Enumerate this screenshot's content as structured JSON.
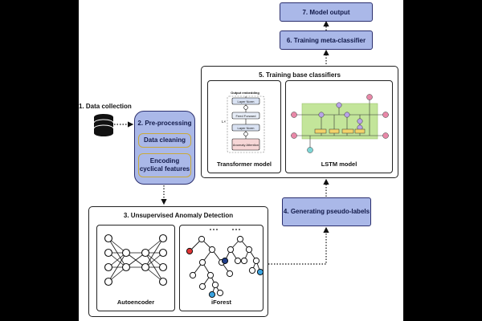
{
  "steps": {
    "data_collection": "1. Data collection",
    "preprocessing": "2. Pre-processing",
    "data_cleaning": "Data cleaning",
    "encoding_cyclical": "Encoding cyclical features",
    "unsupervised": "3. Unsupervised Anomaly Detection",
    "pseudo_labels": "4. Generating pseudo-labels",
    "base_classifiers": "5. Training base classifiers",
    "meta_classifier": "6. Training meta-classifier",
    "model_output": "7. Model output"
  },
  "models": {
    "autoencoder": "Autoencoder",
    "iforest": "iForest",
    "transformer": "Transformer model",
    "lstm": "LSTM model"
  },
  "transformer_blocks": {
    "heading": "Output embedding",
    "layer_norm": "Layer Norm",
    "feed_forward": "Feed Forward",
    "attention": "Anomaly Attention",
    "multiplier": "L×"
  },
  "colors": {
    "step_fill": "#aab8e8",
    "step_border": "#2b2f6e",
    "lstm_cell": "#c3e59a",
    "highlight": "#c9a93a",
    "red_node": "#e03535",
    "navy_node": "#1f3d8a",
    "cyan_node": "#3aa3e0"
  }
}
